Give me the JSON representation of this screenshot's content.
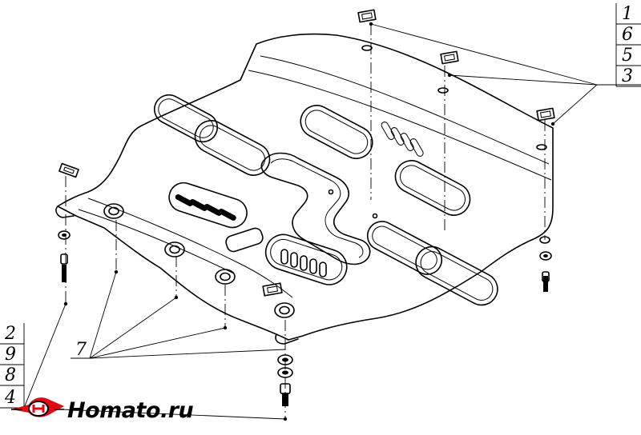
{
  "callouts": {
    "top_right": [
      "1",
      "6",
      "5",
      "3"
    ],
    "bottom_left": [
      "2",
      "9",
      "8",
      "4"
    ],
    "front_studs": "7"
  },
  "logo": {
    "text": "Homato.ru",
    "icon": "car-logo-icon",
    "accent_color": "#e30613"
  },
  "colors": {
    "line": "#000000",
    "background": "#ffffff"
  }
}
